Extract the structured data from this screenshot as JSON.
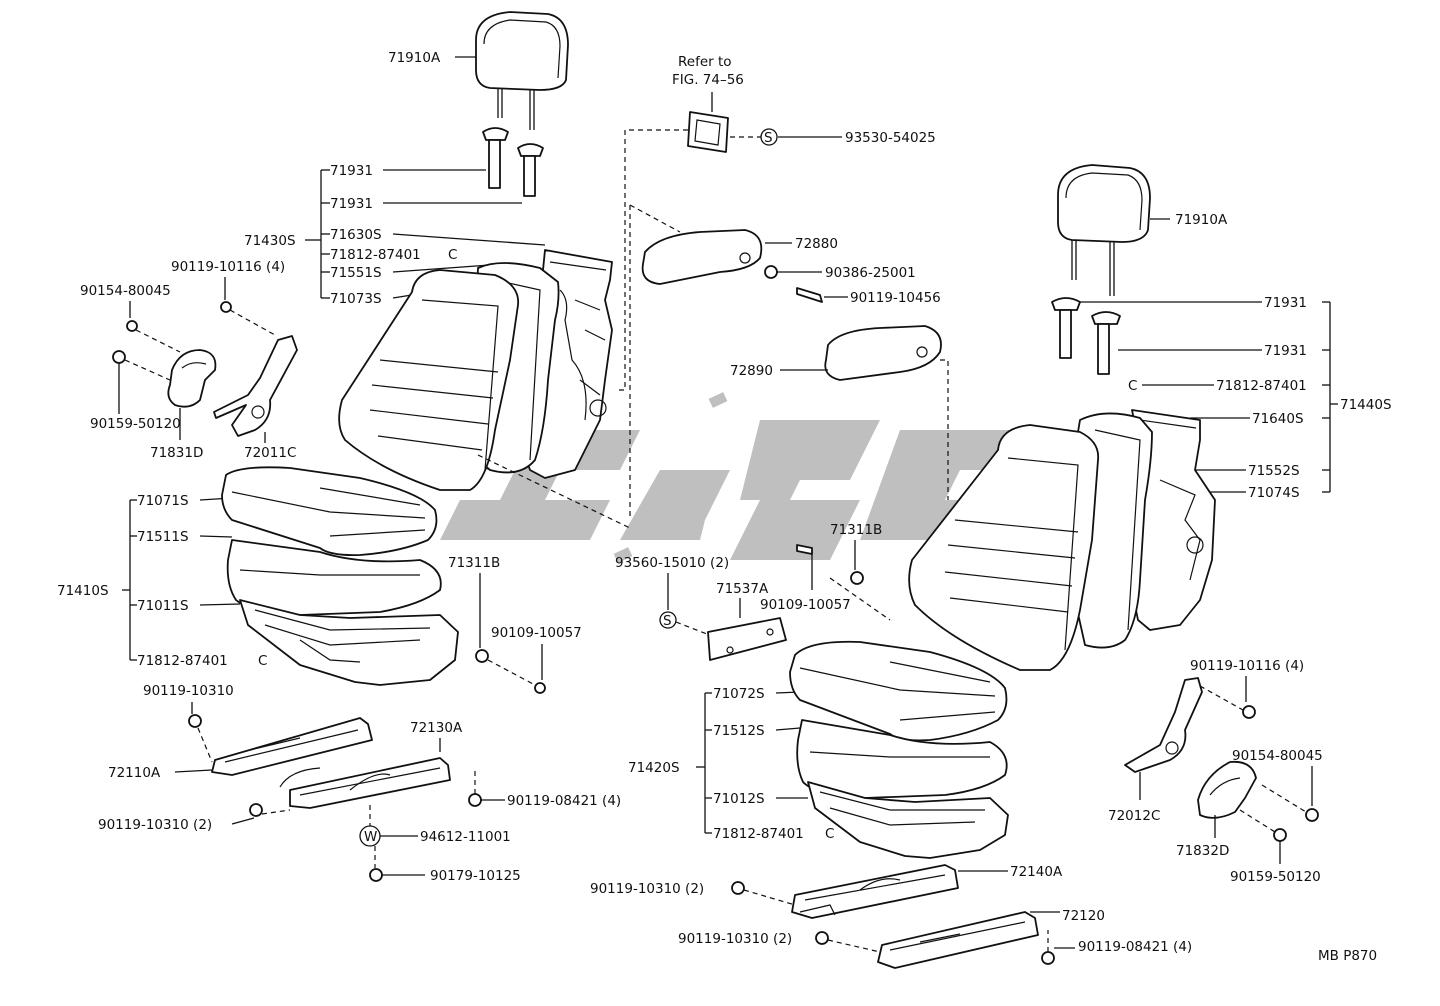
{
  "refer_note": {
    "line1": "Refer to",
    "line2": "FIG. 74–56"
  },
  "figure_code": "MB P870",
  "symbols": {
    "s": "S",
    "w": "W",
    "c": "C"
  },
  "labels": {
    "l_71910a_left": "71910A",
    "l_71931_left_1": "71931",
    "l_71931_left_2": "71931",
    "l_71430s": "71430S",
    "l_71630s": "71630S",
    "l_71812_87401_upper_left": "71812-87401",
    "l_71551s": "71551S",
    "l_71073s": "71073S",
    "l_90119_10116_left": "90119-10116 (4)",
    "l_90154_80045_left": "90154-80045",
    "l_90159_50120_left": "90159-50120",
    "l_71831d": "71831D",
    "l_72011c": "72011C",
    "l_71071s": "71071S",
    "l_71511s": "71511S",
    "l_71410s": "71410S",
    "l_71011s": "71011S",
    "l_71812_87401_lower_left": "71812-87401",
    "l_71311b_left": "71311B",
    "l_90109_10057_left": "90109-10057",
    "l_90119_10310_left_top": "90119-10310",
    "l_72110a": "72110A",
    "l_72130a": "72130A",
    "l_90119_08421_left": "90119-08421 (4)",
    "l_90119_10310_left_2": "90119-10310 (2)",
    "l_94612_11001": "94612-11001",
    "l_90179_10125": "90179-10125",
    "l_93530_54025": "93530-54025",
    "l_72880": "72880",
    "l_90386_25001": "90386-25001",
    "l_90119_10456": "90119-10456",
    "l_72890": "72890",
    "l_71910a_right": "71910A",
    "l_71931_right_1": "71931",
    "l_71931_right_2": "71931",
    "l_71812_87401_right": "71812-87401",
    "l_71440s": "71440S",
    "l_71640s": "71640S",
    "l_71552s": "71552S",
    "l_71074s": "71074S",
    "l_71311b_right": "71311B",
    "l_90109_10057_right": "90109-10057",
    "l_93560_15010": "93560-15010 (2)",
    "l_71537a": "71537A",
    "l_71072s": "71072S",
    "l_71512s": "71512S",
    "l_71420s": "71420S",
    "l_71012s": "71012S",
    "l_71812_87401_right_lower": "71812-87401",
    "l_90119_10116_right": "90119-10116 (4)",
    "l_90154_80045_right": "90154-80045",
    "l_72012c": "72012C",
    "l_71832d": "71832D",
    "l_90159_50120_right": "90159-50120",
    "l_72140a": "72140A",
    "l_90119_10310_right_1": "90119-10310 (2)",
    "l_72120": "72120",
    "l_90119_10310_right_2": "90119-10310 (2)",
    "l_90119_08421_right": "90119-08421 (4)"
  }
}
